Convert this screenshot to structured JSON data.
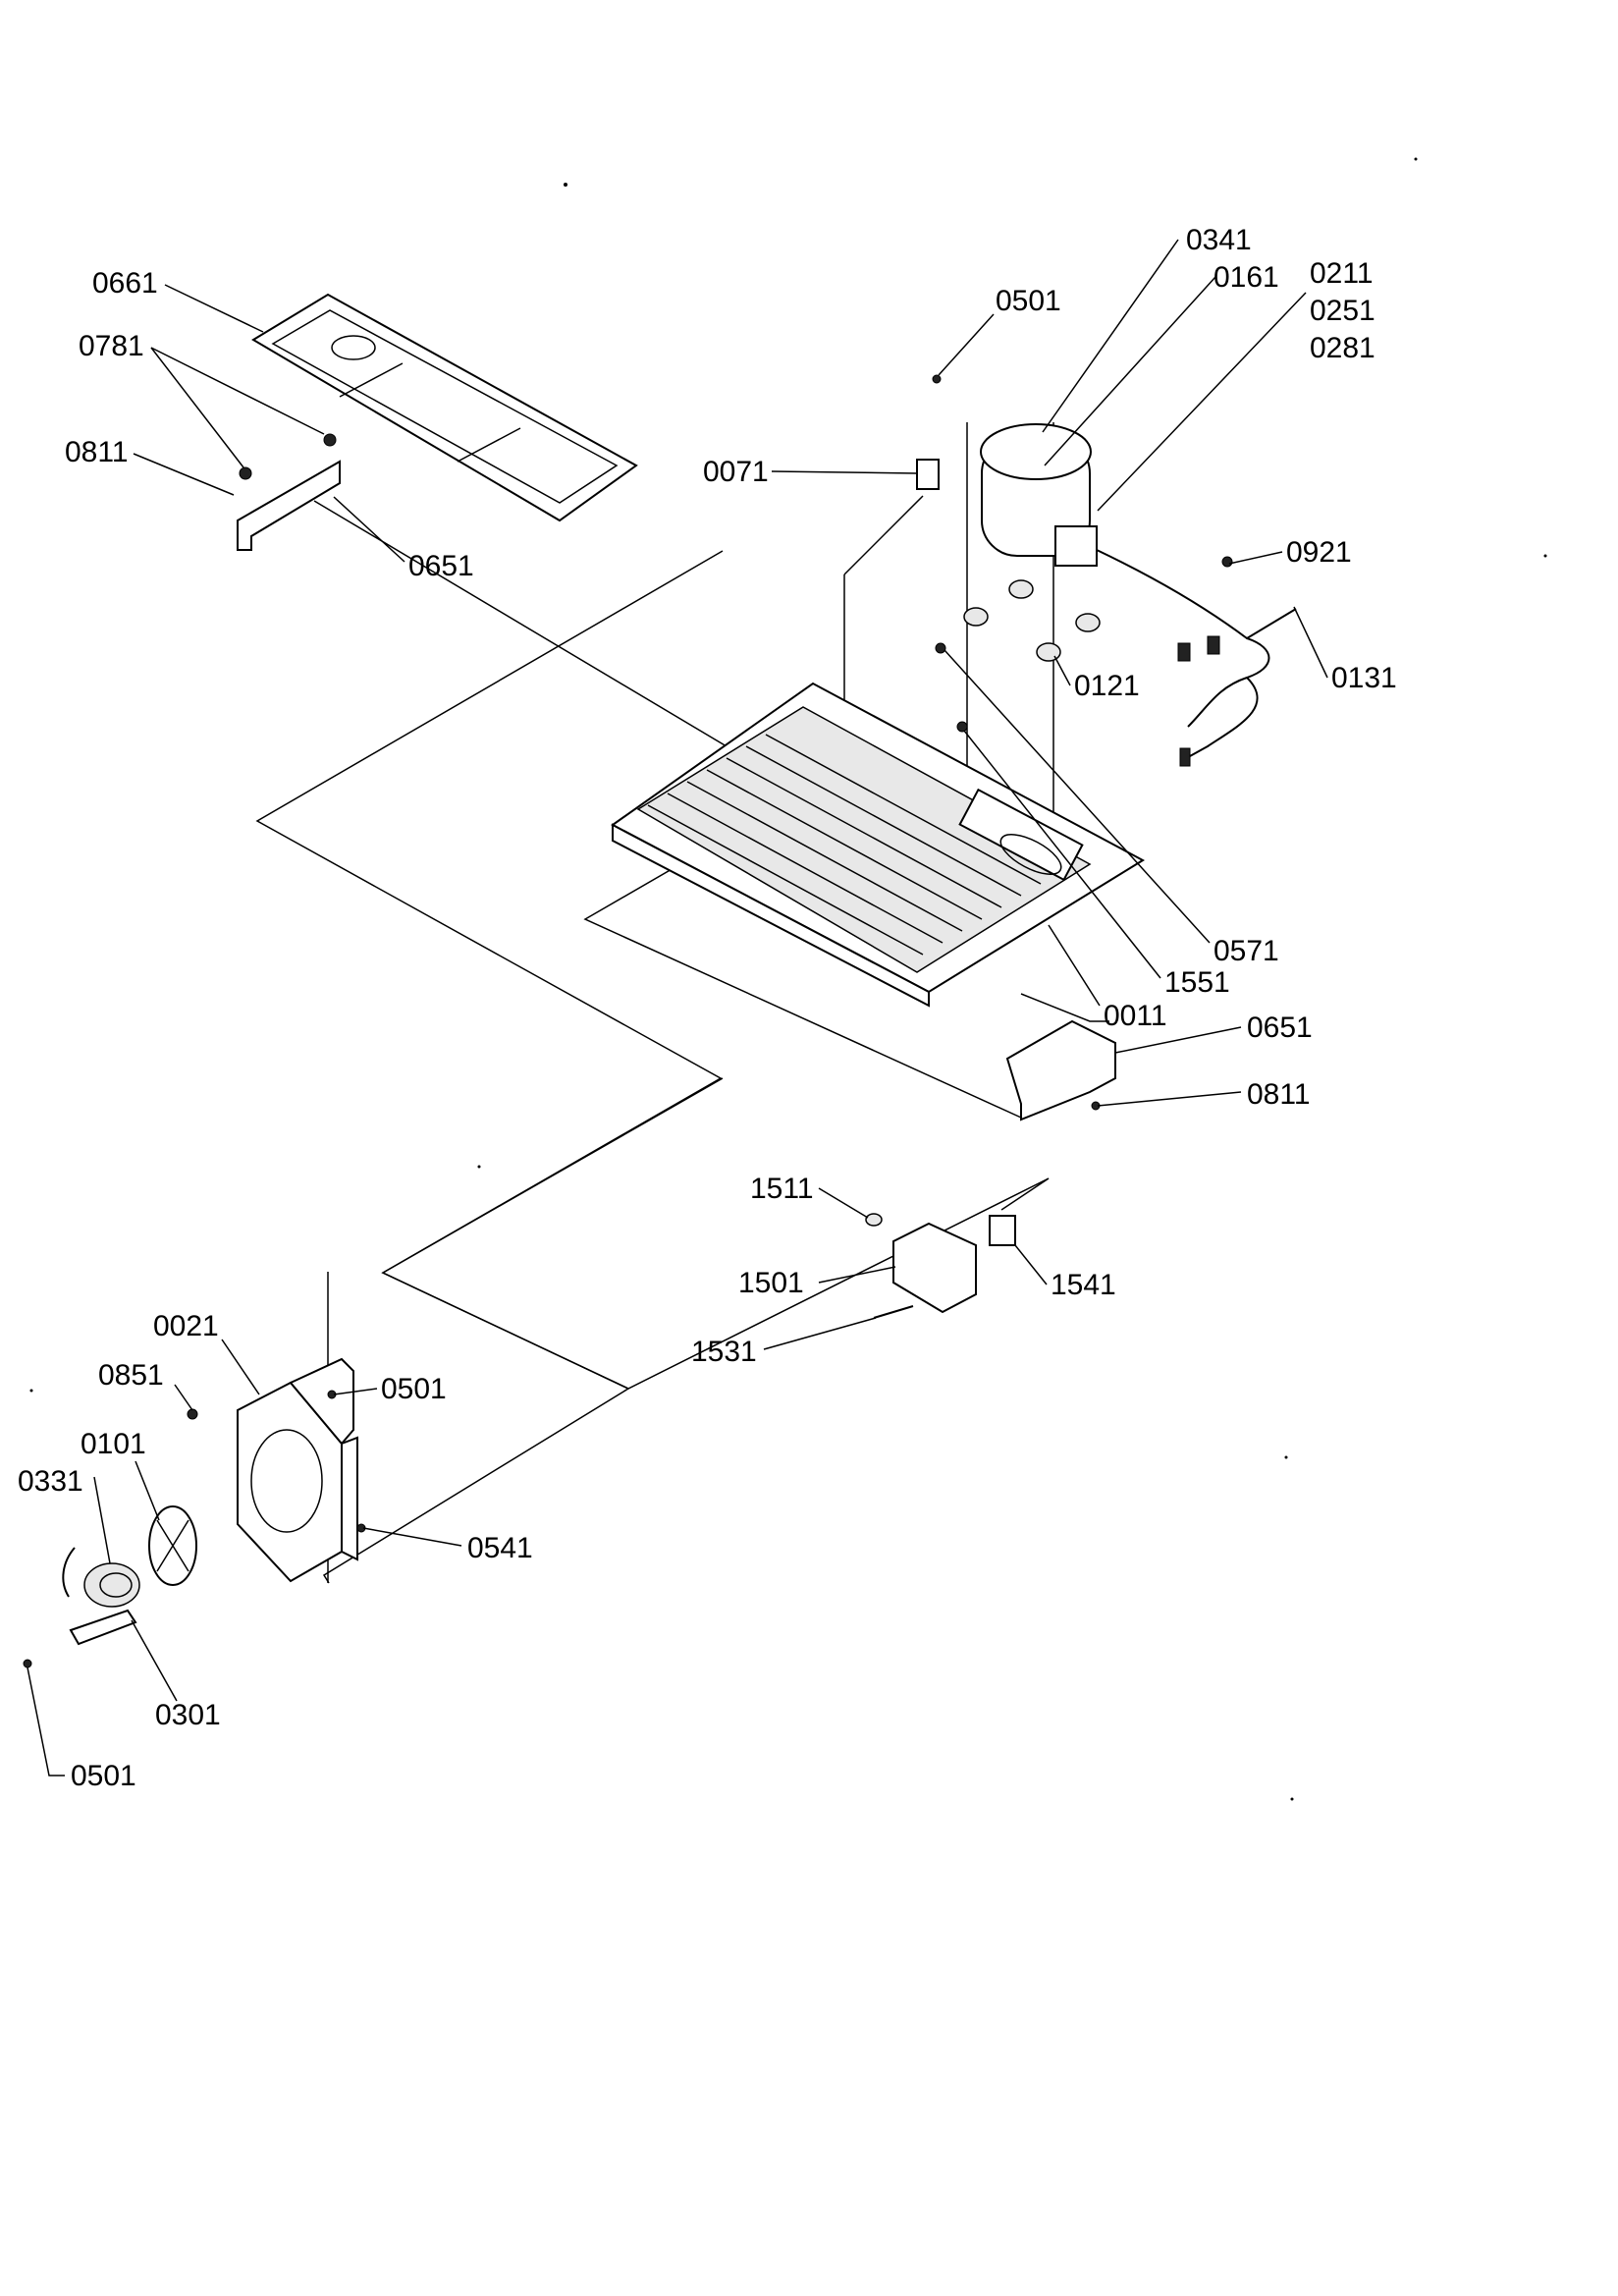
{
  "diagram": {
    "callouts": {
      "c0661": "0661",
      "c0781": "0781",
      "c0811_left": "0811",
      "c0651_left": "0651",
      "c0501_top": "0501",
      "c0071": "0071",
      "c0341": "0341",
      "c0161": "0161",
      "c0211": "0211",
      "c0251": "0251",
      "c0281": "0281",
      "c0921": "0921",
      "c0121": "0121",
      "c0131": "0131",
      "c0571": "0571",
      "c1551": "1551",
      "c0011": "0011",
      "c0651_right": "0651",
      "c0811_right": "0811",
      "c1511": "1511",
      "c1501": "1501",
      "c1541": "1541",
      "c1531": "1531",
      "c0021": "0021",
      "c0851": "0851",
      "c0501_fan": "0501",
      "c0101": "0101",
      "c0331": "0331",
      "c0541": "0541",
      "c0301": "0301",
      "c0501_bottom": "0501"
    }
  }
}
